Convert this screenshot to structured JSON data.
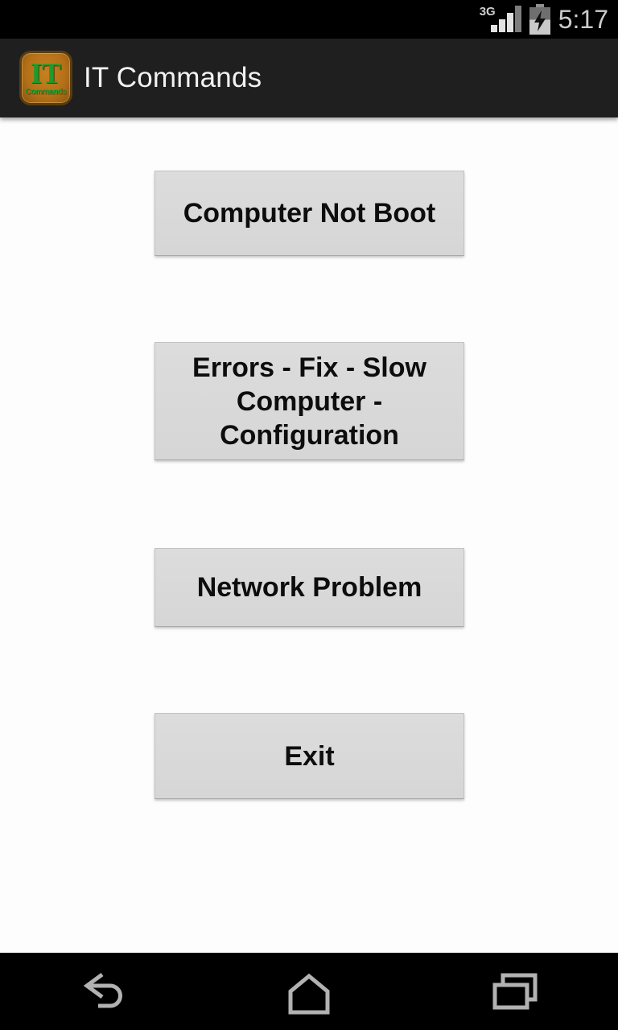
{
  "status_bar": {
    "network_label": "3G",
    "time": "5:17",
    "signal_icon": "signal-strength-bars",
    "battery_icon": "battery-charging"
  },
  "action_bar": {
    "title": "IT Commands",
    "app_icon": {
      "line1": "IT",
      "line2": "Commands"
    }
  },
  "buttons": [
    {
      "label": "Computer Not Boot"
    },
    {
      "label": "Errors - Fix - Slow Computer - Configuration"
    },
    {
      "label": "Network Problem"
    },
    {
      "label": "Exit"
    }
  ],
  "nav_bar": {
    "back_icon": "back-arrow",
    "home_icon": "home",
    "recents_icon": "recent-apps"
  },
  "colors": {
    "status_bar_bg": "#000000",
    "action_bar_bg": "#1f1f1f",
    "content_bg": "#fdfdfd",
    "button_bg": "#d9d9d9",
    "button_text": "#0d0d0d",
    "title_text": "#f2f2f2",
    "icon_orange": "#b57118",
    "icon_green": "#1f9b2c",
    "nav_icon_gray": "#b2b2b2"
  }
}
